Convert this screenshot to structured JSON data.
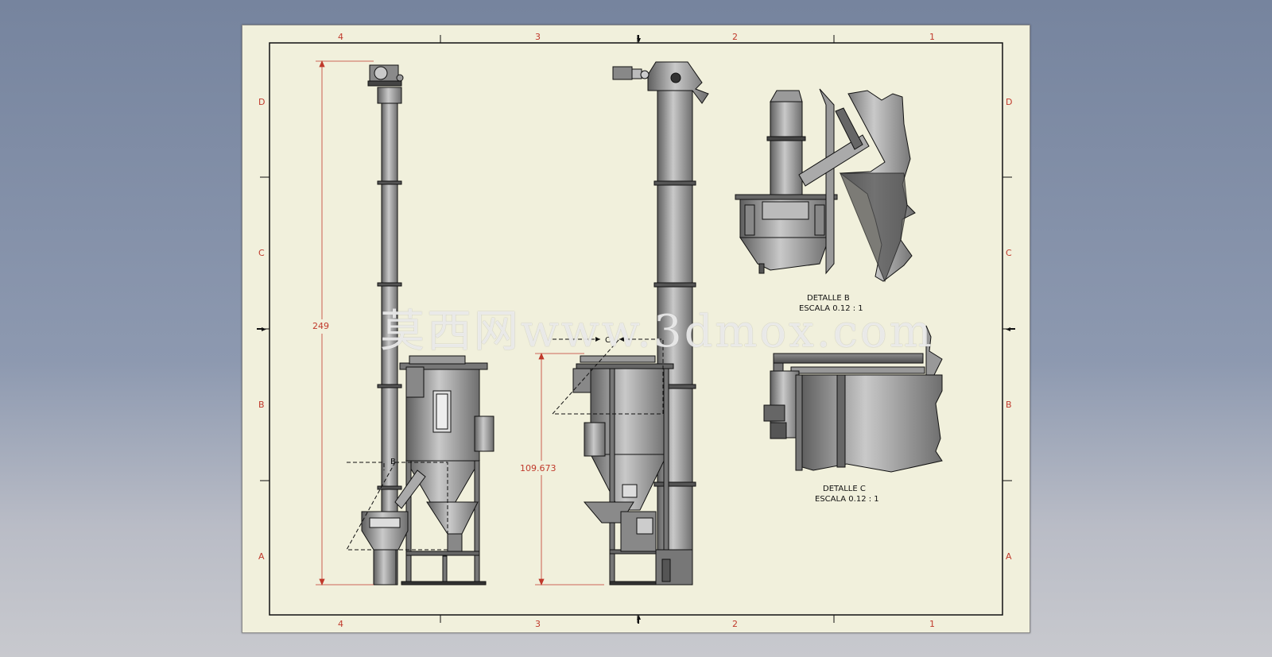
{
  "sheet": {
    "col_labels": [
      "4",
      "3",
      "2",
      "1"
    ],
    "row_labels": [
      "D",
      "C",
      "B",
      "A"
    ]
  },
  "dimensions": {
    "total_height": "249",
    "mixer_height": "109.673"
  },
  "callouts": {
    "detail_b_marker": "B",
    "detail_c_marker": "C"
  },
  "details": {
    "b_title": "DETALLE  B",
    "b_scale": "ESCALA 0.12 : 1",
    "c_title": "DETALLE  C",
    "c_scale": "ESCALA 0.12 : 1"
  },
  "watermark": "莫西网www.3dmox.com",
  "colors": {
    "sheet_bg": "#f1f0dc",
    "annotation_red": "#c0392b",
    "metal_dark": "#6a6a6a",
    "metal_light": "#b8b8b8"
  }
}
